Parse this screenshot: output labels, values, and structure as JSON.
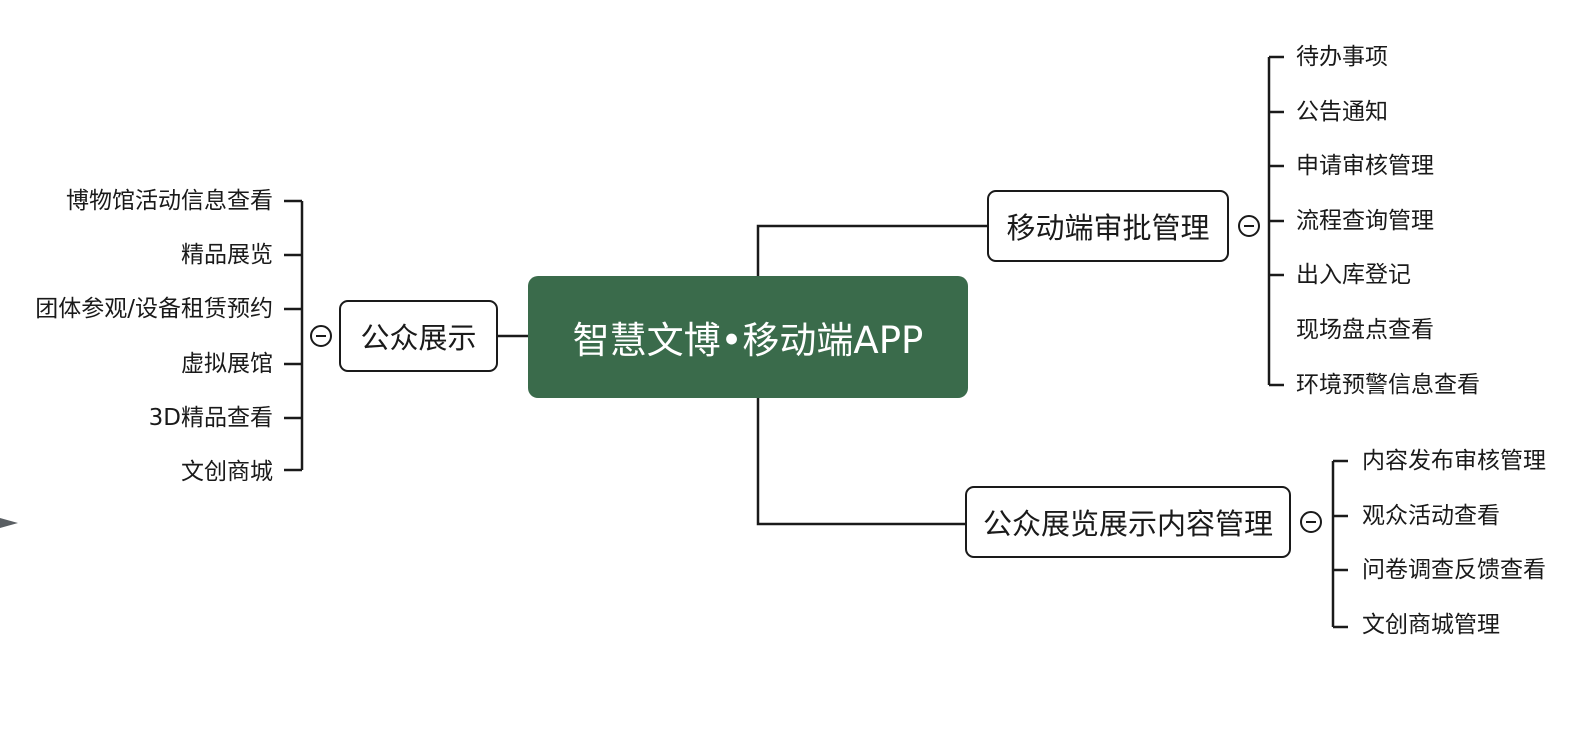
{
  "root": {
    "label": "智慧文博•移动端APP"
  },
  "left_branch": {
    "label": "公众展示",
    "items": [
      "博物馆活动信息查看",
      "精品展览",
      "团体参观/设备租赁预约",
      "虚拟展馆",
      "3D精品查看",
      "文创商城"
    ]
  },
  "right_branches": [
    {
      "label": "移动端审批管理",
      "items": [
        "待办事项",
        "公告通知",
        "申请审核管理",
        "流程查询管理",
        "出入库登记",
        "现场盘点查看",
        "环境预警信息查看"
      ]
    },
    {
      "label": "公众展览展示内容管理",
      "items": [
        "内容发布审核管理",
        "观众活动查看",
        "问卷调查反馈查看",
        "文创商城管理"
      ]
    }
  ],
  "colors": {
    "root_fill": "#3a6b4b",
    "line": "#1a1a1a"
  }
}
